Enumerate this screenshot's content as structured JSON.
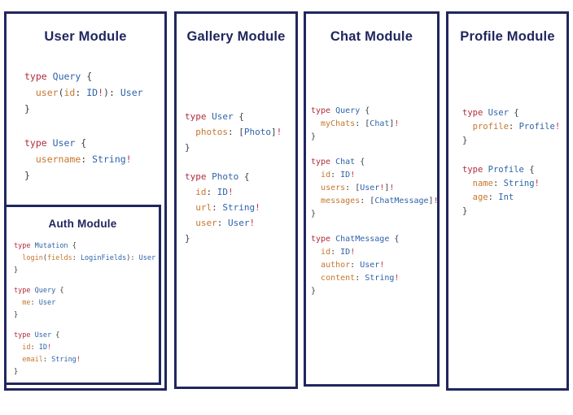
{
  "frame_color": "#20265e",
  "syntax_colors": {
    "keyword": "#b12c3d",
    "type_name": "#2e63a9",
    "field_name": "#c5772c",
    "non_null_bang": "#bf3240",
    "punctuation": "#3a3d45"
  },
  "panels": [
    {
      "title": "User Module",
      "blocks": [
        [
          "type Query {",
          "  user(id: ID!): User",
          "}"
        ],
        [
          "type User {",
          "  username: String!",
          "}"
        ]
      ]
    },
    {
      "title": "Gallery Module",
      "blocks": [
        [
          "type User {",
          "  photos: [Photo]!",
          "}"
        ],
        [
          "type Photo {",
          "  id: ID!",
          "  url: String!",
          "  user: User!",
          "}"
        ]
      ]
    },
    {
      "title": "Chat Module",
      "blocks": [
        [
          "type Query {",
          "  myChats: [Chat]!",
          "}"
        ],
        [
          "type Chat {",
          "  id: ID!",
          "  users: [User!]!",
          "  messages: [ChatMessage]!",
          "}"
        ],
        [
          "type ChatMessage {",
          "  id: ID!",
          "  author: User!",
          "  content: String!",
          "}"
        ]
      ]
    },
    {
      "title": "Profile Module",
      "blocks": [
        [
          "type User {",
          "  profile: Profile!",
          "}"
        ],
        [
          "type Profile {",
          "  name: String!",
          "  age: Int",
          "}"
        ]
      ]
    }
  ],
  "auth_panel": {
    "title": "Auth Module",
    "blocks": [
      [
        "type Mutation {",
        "  login(fields: LoginFields): User",
        "}"
      ],
      [
        "type Query {",
        "  me: User",
        "}"
      ],
      [
        "type User {",
        "  id: ID!",
        "  email: String!",
        "}"
      ]
    ]
  }
}
